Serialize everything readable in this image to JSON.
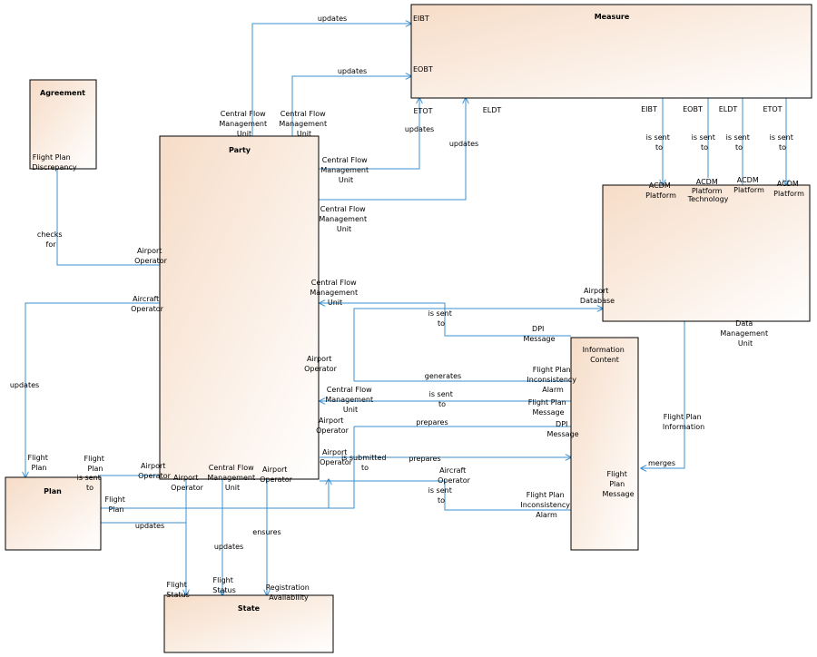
{
  "colors": {
    "connector": "#3a8fcf",
    "box_gradient_start": "#f6dcc7",
    "box_gradient_end": "#ffffff",
    "border": "#000000"
  },
  "entities": {
    "measure": "Measure",
    "agreement": "Agreement",
    "party": "Party",
    "data_management_unit": [
      "Data",
      "Management",
      "Unit"
    ],
    "information_content": [
      "Information",
      "Content"
    ],
    "plan": "Plan",
    "state": "State"
  },
  "labels": {
    "updates_top": "updates",
    "updates_eobt": "updates",
    "eibt": "EIBT",
    "eobt": "EOBT",
    "etot": "ETOT",
    "eldt": "ELDT",
    "updates_etot": "updates",
    "updates_eldt": "updates",
    "cfmu_party_1": [
      "Central Flow",
      "Management",
      "Unit"
    ],
    "cfmu_party_2": [
      "Central Flow",
      "Management",
      "Unit"
    ],
    "cfmu_etot": [
      "Central Flow",
      "Management",
      "Unit"
    ],
    "cfmu_eldt": [
      "Central Flow",
      "Management",
      "Unit"
    ],
    "measure_eibt": "EIBT",
    "measure_eobt": "EOBT",
    "measure_eldt": "ELDT",
    "measure_etot": "ETOT",
    "is_sent_to_1": [
      "is sent",
      "to"
    ],
    "is_sent_to_2": [
      "is sent",
      "to"
    ],
    "is_sent_to_3": [
      "is sent",
      "to"
    ],
    "is_sent_to_4": [
      "is sent",
      "to"
    ],
    "acdm_platform_1": [
      "ACDM",
      "Platform"
    ],
    "acdm_platform_technology": [
      "ACDM",
      "Platform",
      "Technology"
    ],
    "acdm_platform_3": [
      "ACDM",
      "Platform"
    ],
    "acdm_platform_4": [
      "ACDM",
      "Platform"
    ],
    "flight_plan_discrepancy": [
      "Flight Plan",
      "Discrepancy"
    ],
    "checks_for": [
      "checks",
      "for"
    ],
    "airport_operator_agreement": [
      "Airport",
      "Operator"
    ],
    "aircraft_operator_left": [
      "Aircraft",
      "Operator"
    ],
    "updates_left": "updates",
    "cfmu_db": [
      "Central Flow",
      "Management",
      "Unit"
    ],
    "airport_database": [
      "Airport",
      "Database"
    ],
    "is_sent_to_db": [
      "is sent",
      "to"
    ],
    "dpi_message_1": [
      "DPI",
      "Message"
    ],
    "airport_operator_1": [
      "Airport",
      "Operator"
    ],
    "generates": "generates",
    "fp_inconsistency_alarm_1": [
      "Flight Plan",
      "Inconsistency",
      "Alarm"
    ],
    "cfmu_fpm": [
      "Central Flow",
      "Management",
      "Unit"
    ],
    "is_sent_to_fpm": [
      "is sent",
      "to"
    ],
    "flight_plan_message_1": [
      "Flight Plan",
      "Message"
    ],
    "airport_operator_2": [
      "Airport",
      "Operator"
    ],
    "prepares_1": "prepares",
    "dpi_message_2": [
      "DPI",
      "Message"
    ],
    "airport_operator_3": [
      "Airport",
      "Operator"
    ],
    "is_submitted_to": [
      "is submitted",
      "to"
    ],
    "prepares_2": "prepares",
    "flight_plan_message_2": [
      "Flight",
      "Plan",
      "Message"
    ],
    "aircraft_operator_2": [
      "Aircraft",
      "Operator"
    ],
    "is_sent_to_alarm": [
      "is sent",
      "to"
    ],
    "fp_inconsistency_alarm_2": [
      "Flight Plan",
      "Inconsistency",
      "Alarm"
    ],
    "flight_plan_information": [
      "Flight Plan",
      "Information"
    ],
    "merges": "merges",
    "flight_plan_top": [
      "Flight",
      "Plan"
    ],
    "flight_plan_is_sent": [
      "Flight",
      "Plan"
    ],
    "is_sent_to_plan": [
      "is sent",
      "to"
    ],
    "airport_operator_plan": [
      "Airport",
      "Operator"
    ],
    "flight_plan_right": [
      "Flight",
      "Plan"
    ],
    "updates_plan": "updates",
    "airport_operator_state": [
      "Airport",
      "Operator"
    ],
    "cfmu_state": [
      "Central Flow",
      "Management",
      "Unit"
    ],
    "airport_operator_reg": [
      "Airport",
      "Operator"
    ],
    "updates_state": "updates",
    "ensures": "ensures",
    "flight_status_1": [
      "Flight",
      "Status"
    ],
    "flight_status_2": [
      "Flight",
      "Status"
    ],
    "registration_availability": [
      "Registration",
      "Availability"
    ]
  }
}
